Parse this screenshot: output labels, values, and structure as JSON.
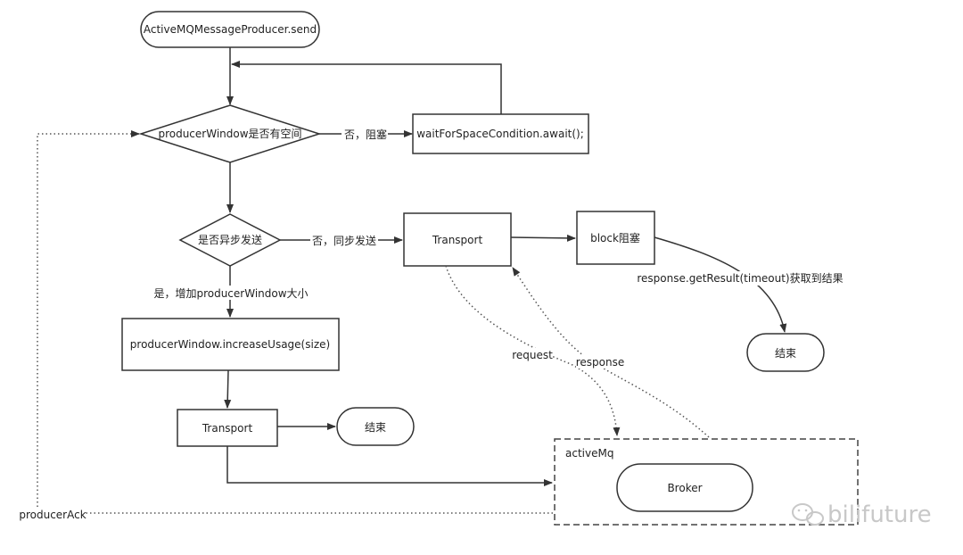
{
  "nodes": {
    "start": "ActiveMQMessageProducer.send",
    "window_check": "producerWindow是否有空间",
    "wait": "waitForSpaceCondition.await();",
    "async_check": "是否异步发送",
    "transport_sync": "Transport",
    "block": "block阻塞",
    "end_sync": "结束",
    "increase": "producerWindow.increaseUsage(size)",
    "transport_async": "Transport",
    "end_async": "结束",
    "activemq": "activeMq",
    "broker": "Broker"
  },
  "edges": {
    "no_block": "否，阻塞",
    "no_sync": "否，同步发送",
    "yes_increase": "是，增加producerWindow大小",
    "get_result": "response.getResult(timeout)获取到结果",
    "request": "request",
    "response": "response",
    "producer_ack": "producerAck"
  },
  "watermark": "bilifuture"
}
